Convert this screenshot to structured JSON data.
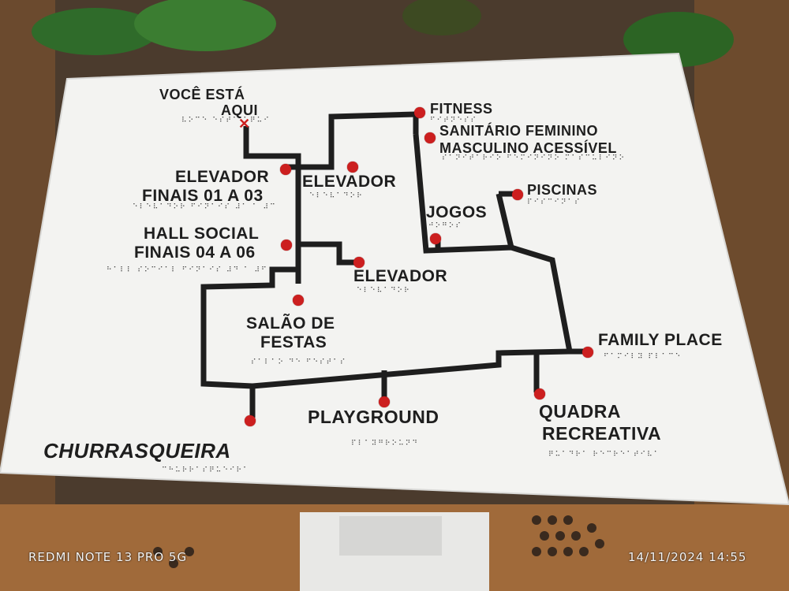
{
  "board": {
    "you_are_here": [
      "VOCÊ ESTÁ",
      "AQUI"
    ],
    "marker": "✕",
    "labels": {
      "fitness": "FITNESS",
      "sanitario_1": "SANITÁRIO FEMININO",
      "sanitario_2": "MASCULINO ACESSÍVEL",
      "elevador_finais_1": "ELEVADOR",
      "elevador_finais_2": "FINAIS 01 A 03",
      "elevador_top": "ELEVADOR",
      "piscinas": "PISCINAS",
      "jogos": "JOGOS",
      "hall_1": "HALL SOCIAL",
      "hall_2": "FINAIS 04 A 06",
      "elevador_mid": "ELEVADOR",
      "salao_1": "SALÃO DE",
      "salao_2": "FESTAS",
      "family_place": "FAMILY PLACE",
      "quadra_1": "QUADRA",
      "quadra_2": "RECREATIVA",
      "playground": "PLAYGROUND",
      "churrasqueira": "CHURRASQUEIRA"
    },
    "colors": {
      "board": "#f3f3f1",
      "route": "#1e1e1e",
      "dot": "#cc1f1f"
    }
  },
  "photo_caption": {
    "device": "REDMI NOTE 13 PRO 5G",
    "datetime": "14/11/2024  14:55"
  }
}
